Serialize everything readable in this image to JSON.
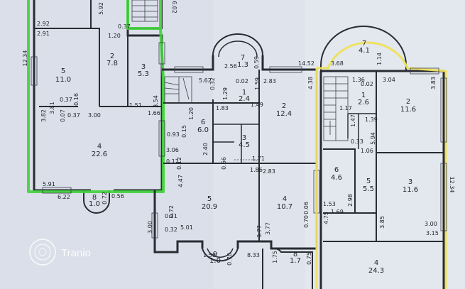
{
  "floor_1": {
    "rooms": [
      {
        "no": "5",
        "area": "11.0"
      },
      {
        "no": "2",
        "area": "7.8"
      },
      {
        "no": "3",
        "area": "5.3"
      },
      {
        "no": "4",
        "area": "22.6"
      },
      {
        "no": "8",
        "area": "1.0"
      }
    ],
    "dims": [
      "5.92",
      "6.02",
      "2.92",
      "2.91",
      "1.20",
      "0.37",
      "12.34",
      "0.37",
      "0.16",
      "0.07",
      "0.37",
      "3.81",
      "3.00",
      "3.82",
      "1.51",
      "1.66",
      "3.54",
      "5.91",
      "6.22",
      "0.72",
      "0.56"
    ]
  },
  "floor_2": {
    "rooms": [
      {
        "no": "7",
        "area": "1.3"
      },
      {
        "no": "1",
        "area": "2.4"
      },
      {
        "no": "2",
        "area": "12.4"
      },
      {
        "no": "6",
        "area": "6.0"
      },
      {
        "no": "3",
        "area": "4.5"
      },
      {
        "no": "5",
        "area": "20.9"
      },
      {
        "no": "4",
        "area": "10.7"
      },
      {
        "no": "9",
        "area": "1.0"
      },
      {
        "no": "8",
        "area": "1.7"
      }
    ],
    "dims": [
      "2.56",
      "0.59",
      "5.62",
      "2.83",
      "4.38",
      "0.32",
      "1.29",
      "1.83",
      "1.49",
      "1.59",
      "1.20",
      "0.93",
      "0.15",
      "2.40",
      "3.06",
      "0.12",
      "0.12",
      "0.66",
      "1.71",
      "1.86",
      "2.83",
      "4.47",
      "0.72",
      "0.21",
      "0.32",
      "5.01",
      "3.00",
      "0.06",
      "0.70",
      "3.77",
      "3.77",
      "1.56",
      "0.70",
      "8.33",
      "1.75",
      "0.75",
      "0.02",
      "14.52"
    ]
  },
  "floor_3": {
    "rooms": [
      {
        "no": "7",
        "area": "4.1"
      },
      {
        "no": "1",
        "area": "2.6"
      },
      {
        "no": "2",
        "area": "11.6"
      },
      {
        "no": "6",
        "area": "4.6"
      },
      {
        "no": "5",
        "area": "5.5"
      },
      {
        "no": "3",
        "area": "11.6"
      },
      {
        "no": "4",
        "area": "24.3"
      }
    ],
    "dims": [
      "3.68",
      "1.14",
      "1.36",
      "0.02",
      "3.04",
      "3.83",
      "1.17",
      "1.47",
      "1.39",
      "0.33",
      "5.94",
      "1.06",
      "12.34",
      "2.98",
      "1.53",
      "1.69",
      "4.75",
      "3.85",
      "3.00",
      "3.15"
    ]
  },
  "watermark": {
    "text": "Tranio"
  },
  "colors": {
    "paper": "#dfe3ec",
    "wall": "#2a2c33",
    "highlight_green": "#3fd33a",
    "highlight_yellow": "#eee15a"
  }
}
